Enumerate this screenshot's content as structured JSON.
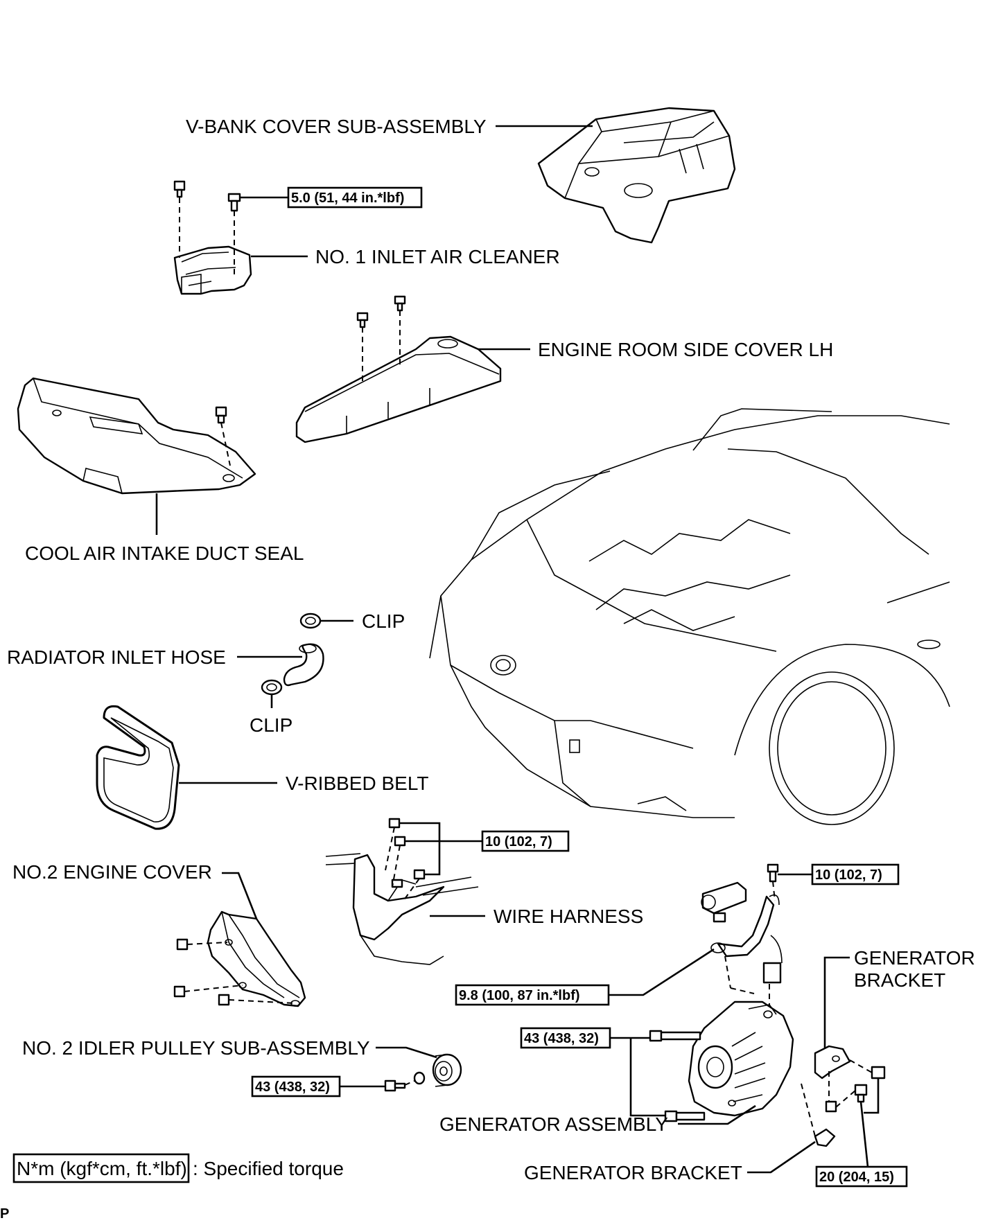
{
  "labels": {
    "v_bank_cover": "V-BANK COVER SUB-ASSEMBLY",
    "inlet_air_cleaner": "NO. 1 INLET AIR CLEANER",
    "side_cover_lh": "ENGINE ROOM SIDE COVER LH",
    "cool_air_duct_seal": "COOL AIR INTAKE DUCT SEAL",
    "clip_top": "CLIP",
    "radiator_inlet_hose": "RADIATOR INLET HOSE",
    "clip_bottom": "CLIP",
    "v_ribbed_belt": "V-RIBBED BELT",
    "no2_engine_cover": "NO.2 ENGINE COVER",
    "wire_harness": "WIRE HARNESS",
    "generator_bracket_top_line1": "GENERATOR",
    "generator_bracket_top_line2": "BRACKET",
    "idler_pulley": "NO. 2 IDLER PULLEY SUB-ASSEMBLY",
    "generator_assembly": "GENERATOR ASSEMBLY",
    "generator_bracket_bottom": "GENERATOR BRACKET"
  },
  "torques": {
    "inlet_air_cleaner_bolt": "5.0 (51, 44 in.*lbf)",
    "wire_harness_nuts": "10 (102, 7)",
    "terminal_nut": "10 (102, 7)",
    "terminal_b_nut": "9.8 (100, 87 in.*lbf)",
    "generator_bolt_upper": "43 (438, 32)",
    "idler_pulley_bolt": "43 (438, 32)",
    "bracket_bolts": "20 (204, 15)"
  },
  "legend": {
    "unit_box": "N*m (kgf*cm, ft.*lbf)",
    "description": ": Specified torque"
  },
  "corner_mark": "P"
}
